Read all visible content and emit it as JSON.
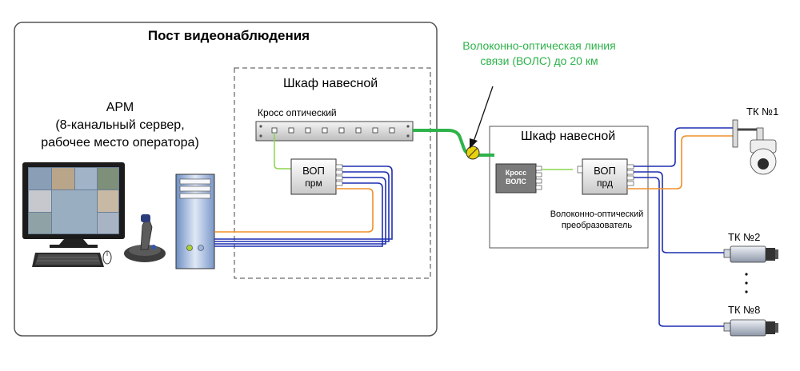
{
  "post": {
    "title": "Пост видеонаблюдения"
  },
  "arm": {
    "line1": "АРМ",
    "line2": "(8-канальный сервер,",
    "line3": "рабочее место оператора)"
  },
  "cabinet_left": {
    "title": "Шкаф навесной",
    "cross_label": "Кросс оптический",
    "vop_line1": "ВОП",
    "vop_line2": "прм"
  },
  "fiber": {
    "line1": "Волоконно-оптическая линия",
    "line2": "связи (ВОЛС) до 20 км",
    "color": "#2db34a"
  },
  "cabinet_right": {
    "title": "Шкаф навесной",
    "cross_line1": "Кросс",
    "cross_line2": "ВОЛС",
    "vop_line1": "ВОП",
    "vop_line2": "прд",
    "converter_line1": "Волоконно-оптический",
    "converter_line2": "преобразователь"
  },
  "cameras": [
    {
      "label": "ТК №1"
    },
    {
      "label": "ТК №2"
    },
    {
      "label": "ТК №8"
    }
  ],
  "colors": {
    "video": "#1f2fb0",
    "control": "#f0902a",
    "fiber": "#2db34a"
  }
}
